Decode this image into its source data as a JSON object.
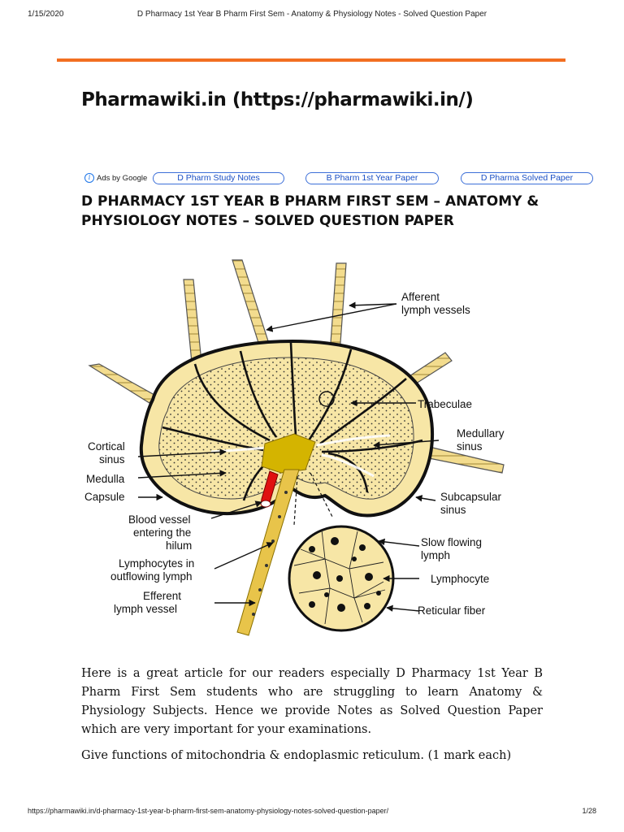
{
  "header": {
    "date": "1/15/2020",
    "title": "D Pharmacy 1st Year B Pharm First Sem - Anatomy & Physiology Notes - Solved Question Paper"
  },
  "site": {
    "title": "Pharmawiki.in (https://pharmawiki.in/)"
  },
  "ads": {
    "label": "Ads by Google",
    "links": [
      "D Pharm Study Notes",
      "B Pharm 1st Year Paper",
      "D Pharma Solved Paper"
    ]
  },
  "article": {
    "title": "D PHARMACY 1ST YEAR B PHARM FIRST SEM – ANATOMY & PHYSIOLOGY NOTES – SOLVED QUESTION PAPER",
    "paragraphs": [
      "Here is a great article for our readers especially D Pharmacy 1st Year B Pharm First Sem students who are struggling to learn Anatomy & Physiology Subjects. Hence we provide Notes as Solved Question Paper which are very important for your examinations.",
      "Give functions of mitochondria & endoplasmic reticulum. (1 mark each)"
    ]
  },
  "figure": {
    "labels": {
      "afferent_1": "Afferent",
      "afferent_2": "lymph vessels",
      "trabeculae": "Trabeculae",
      "medullary_1": "Medullary",
      "medullary_2": "sinus",
      "cortical_1": "Cortical",
      "cortical_2": "sinus",
      "medulla": "Medulla",
      "capsule": "Capsule",
      "subcapsular_1": "Subcapsular",
      "subcapsular_2": "sinus",
      "blood_1": "Blood vessel",
      "blood_2": "entering the",
      "blood_3": "hilum",
      "slow_1": "Slow flowing",
      "slow_2": "lymph",
      "lymphocytes_1": "Lymphocytes in",
      "lymphocytes_2": "outflowing lymph",
      "lymphocyte": "Lymphocyte",
      "efferent_1": "Efferent",
      "efferent_2": "lymph vessel",
      "reticular": "Reticular fiber"
    },
    "colors": {
      "node_fill": "#f7e6a6",
      "hilum": "#d4b400",
      "vessel": "#e8c44a",
      "blood": "#e01010"
    }
  },
  "footer": {
    "url": "https://pharmawiki.in/d-pharmacy-1st-year-b-pharm-first-sem-anatomy-physiology-notes-solved-question-paper/",
    "page": "1/28"
  }
}
